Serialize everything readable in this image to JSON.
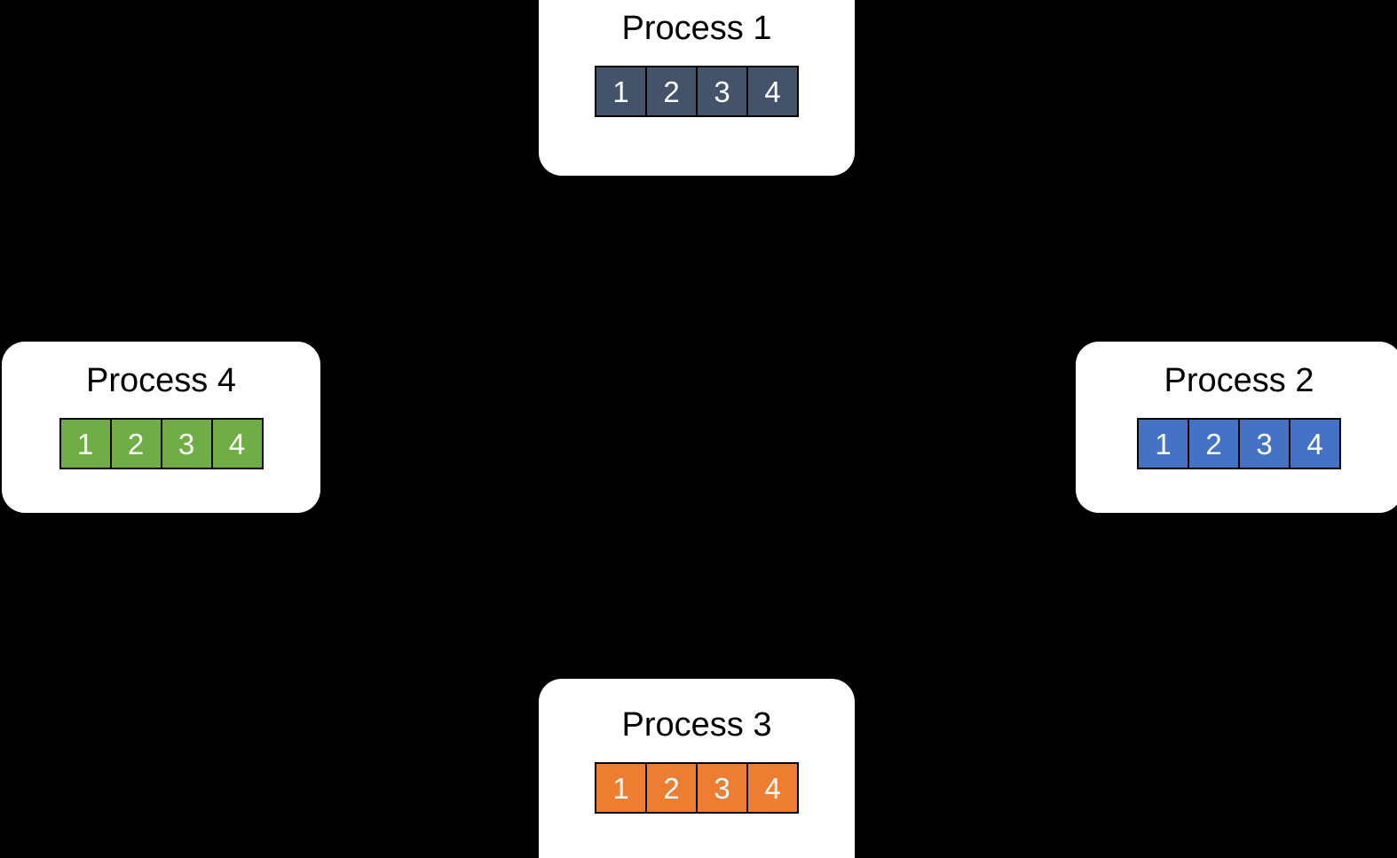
{
  "diagram": {
    "background_color": "#000000",
    "card_color": "#ffffff",
    "cell_text_color": "#ffffff",
    "cell_border_color": "#000000",
    "processes": [
      {
        "id": "p1",
        "title": "Process 1",
        "accent_color": "#44536A",
        "cells": [
          "1",
          "2",
          "3",
          "4"
        ],
        "position": "top"
      },
      {
        "id": "p2",
        "title": "Process 2",
        "accent_color": "#4472C4",
        "cells": [
          "1",
          "2",
          "3",
          "4"
        ],
        "position": "right"
      },
      {
        "id": "p3",
        "title": "Process 3",
        "accent_color": "#ED7D31",
        "cells": [
          "1",
          "2",
          "3",
          "4"
        ],
        "position": "bottom"
      },
      {
        "id": "p4",
        "title": "Process 4",
        "accent_color": "#70AD47",
        "cells": [
          "1",
          "2",
          "3",
          "4"
        ],
        "position": "left"
      }
    ]
  }
}
